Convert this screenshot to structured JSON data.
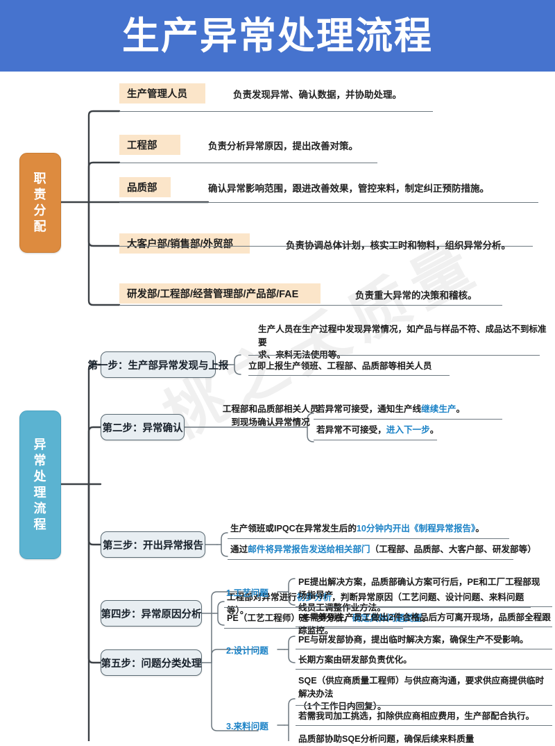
{
  "header": {
    "title": "生产异常处理流程"
  },
  "watermark": {
    "text": "桃之夭质量"
  },
  "colors": {
    "header_blue": "#4673ce",
    "root_orange": "#dd8b3f",
    "root_blue": "#5bb3d1",
    "chip_peach": "#fbe5c9",
    "step_fill": "#e8eef2",
    "highlight_blue": "#1b82c6"
  },
  "responsibility": {
    "root_label": "职责分配",
    "root_chars": [
      "职",
      "责",
      "分",
      "配"
    ],
    "items": [
      {
        "dept": "生产管理人员",
        "desc": "负责发现异常、确认数据，并协助处理。"
      },
      {
        "dept": "工程部",
        "desc": "负责分析异常原因，提出改善对策。"
      },
      {
        "dept": "品质部",
        "desc": "确认异常影响范围，跟进改善效果，管控来料，制定纠正预防措施。"
      },
      {
        "dept": "大客户部/销售部/外贸部",
        "desc": "负责协调总体计划，核实工时和物料，组织异常分析。"
      },
      {
        "dept": "研发部/工程部/经营管理部/产品部/FAE",
        "desc": "负责重大异常的决策和稽核。"
      }
    ]
  },
  "process": {
    "root_label": "异常处理流程",
    "root_chars": [
      "异",
      "常",
      "处",
      "理",
      "流",
      "程"
    ],
    "step1": {
      "title": "第一步：生产部异常发现与上报",
      "line1_a": "生产人员在生产过程中发现异常情况，如产品与样品不符、成品达不到标准要",
      "line1_b": "求、来料无法使用等。",
      "line2": "立即上报生产领班、工程部、品质部等相关人员"
    },
    "step2": {
      "title": "第二步：异常确认",
      "mid_a": "工程部和品质部相关人员",
      "mid_b": "到现场确认异常情况",
      "branch1_pre": "若异常可接受，通知生产线",
      "branch1_hl": "继续生产",
      "branch1_post": "。",
      "branch2_pre": "若异常不可接受，",
      "branch2_hl": "进入下一步",
      "branch2_post": "。"
    },
    "step3": {
      "title": "第三步：开出异常报告",
      "line1_pre": "生产领班或IPQC在异常发生后的",
      "line1_hl": "10分钟内开出《制程异常报告》",
      "line1_post": "。",
      "line2_pre": "通过",
      "line2_hl": "邮件将异常报告发送给相关部门",
      "line2_post": "（工程部、品质部、大客户部、研发部等）"
    },
    "step4": {
      "title": "第四步：异常原因分析",
      "line1_pre": "工程部对异常进行",
      "line1_hl": "初步分析",
      "line1_post": "，判断异常原因（工艺问题、设计问题、来料问题等）。",
      "line2_pre": "PE（工艺工程师）进一步分析，",
      "line2_hl": "确定具体问题类型",
      "line2_post": "。"
    },
    "step5": {
      "title": "第五步：问题分类处理",
      "categories": [
        {
          "label": "1.工艺问题",
          "lines": [
            "PE提出解决方案，品质部确认方案可行后，PE和工厂工程部现场指导产",
            "线员工调整作业方法。",
            "PE需等到生产员工做出2件合格品后方可离开现场，品质部全程跟踪监控。"
          ]
        },
        {
          "label": "2.设计问题",
          "lines": [
            "PE与研发部协商，提出临时解决方案，确保生产不受影响。",
            "长期方案由研发部负责优化。"
          ]
        },
        {
          "label": "3.来料问题",
          "lines": [
            "SQE（供应商质量工程师）与供应商沟通，要求供应商提供临时解决办法",
            "（1个工作日内回复）。",
            "若需我司加工挑选，扣除供应商相应费用，生产部配合执行。",
            "品质部协助SQE分析问题，确保后续来料质量"
          ]
        }
      ]
    }
  }
}
